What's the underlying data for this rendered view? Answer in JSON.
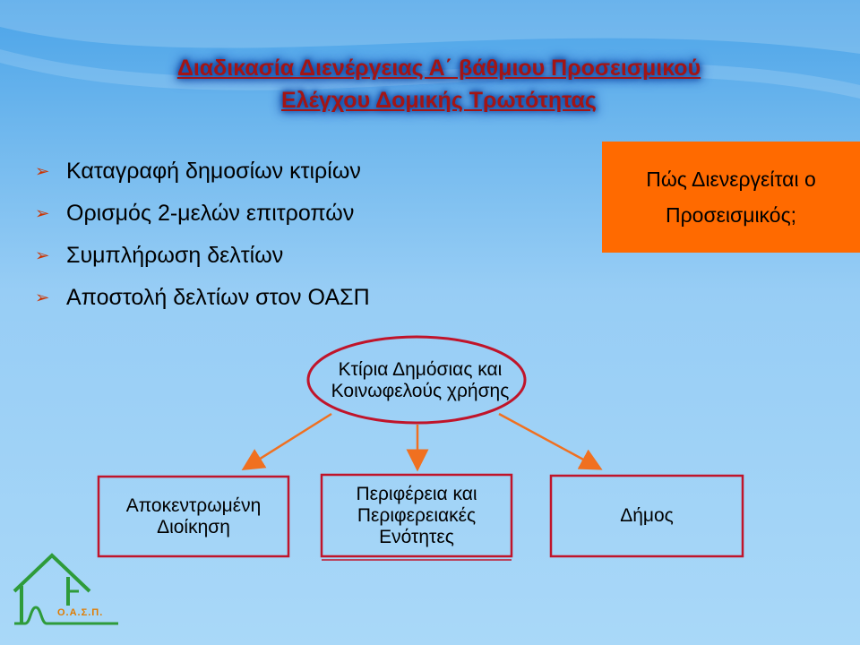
{
  "slide": {
    "title_line1": "Διαδικασία Διενέργειας Α΄ βάθμιου Προσεισμικού",
    "title_line2": "Ελέγχου Δομικής Τρωτότητας",
    "bullets": [
      "Καταγραφή δημοσίων κτιρίων",
      "Ορισμός 2-μελών επιτροπών",
      "Συμπλήρωση δελτίων",
      "Αποστολή δελτίων στον ΟΑΣΠ"
    ],
    "callout": "Πώς Διενεργείται ο Προσεισμικός;",
    "diagram": {
      "top_node": "Κτίρια Δημόσιας και Κοινωφελούς χρήσης",
      "boxes": [
        "Αποκεντρωμένη Διοίκηση",
        "Περιφέρεια και Περιφερειακές Ενότητες",
        "Δήμος"
      ]
    },
    "logo_text": "Ο.Α.Σ.Π.",
    "colors": {
      "title": "#a31515",
      "callout_bg": "#ff6a00",
      "arrows": "#f07020",
      "box_border": "#c0142a",
      "logo_green": "#2e9b3a",
      "logo_orange": "#e07b00"
    }
  }
}
